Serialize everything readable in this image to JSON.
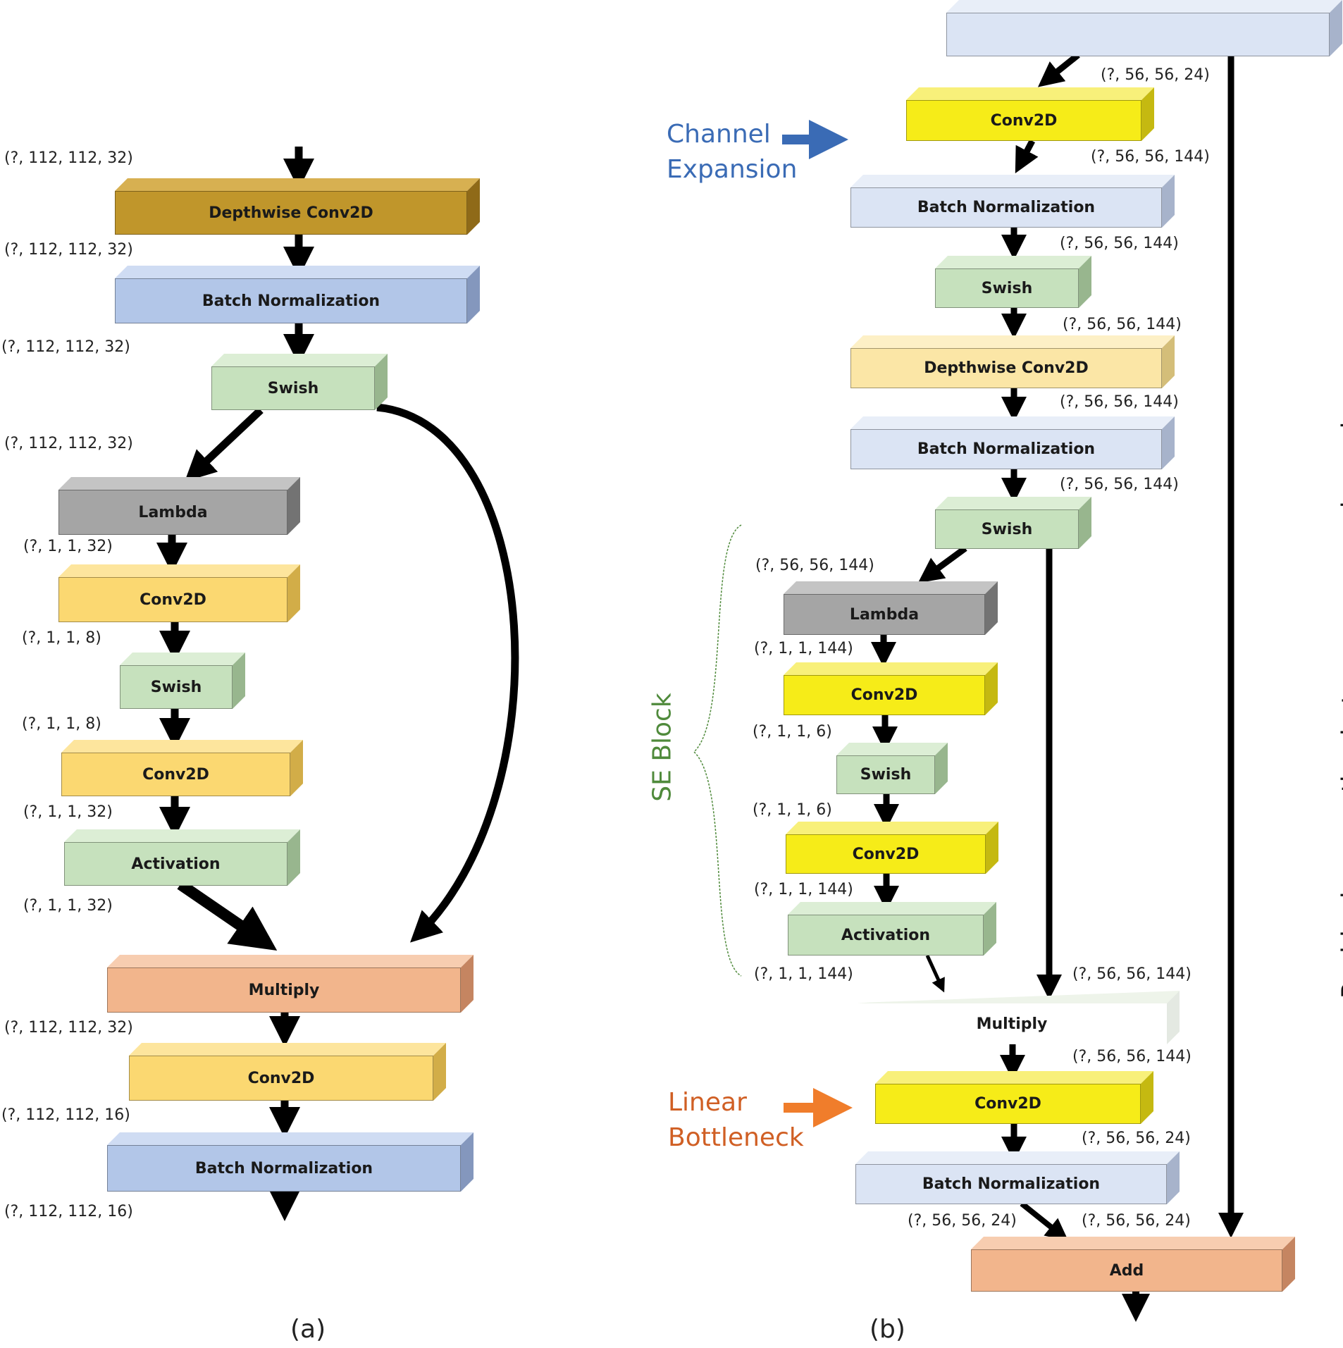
{
  "panel_a": {
    "blocks": [
      {
        "label": "Depthwise Conv2D",
        "color": "brown"
      },
      {
        "label": "Batch Normalization",
        "color": "blue"
      },
      {
        "label": "Swish",
        "color": "green"
      },
      {
        "label": "Lambda",
        "color": "gray"
      },
      {
        "label": "Conv2D",
        "color": "gold"
      },
      {
        "label": "Swish",
        "color": "green"
      },
      {
        "label": "Conv2D",
        "color": "gold"
      },
      {
        "label": "Activation",
        "color": "green"
      },
      {
        "label": "Multiply",
        "color": "orange"
      },
      {
        "label": "Conv2D",
        "color": "gold"
      },
      {
        "label": "Batch Normalization",
        "color": "blue"
      }
    ],
    "shapes": [
      "(?, 112, 112, 32)",
      "(?, 112, 112, 32)",
      "(?, 112, 112, 32)",
      "(?, 112, 112, 32)",
      "(?, 1, 1, 32)",
      "(?, 1, 1, 8)",
      "(?, 1, 1, 8)",
      "(?, 1, 1, 32)",
      "(?, 1, 1, 32)",
      "(?, 112, 112, 32)",
      "(?, 112, 112, 16)",
      "(?, 112, 112, 16)"
    ],
    "caption": "(a)"
  },
  "panel_b": {
    "blocks": [
      {
        "label": "",
        "color": "lblue"
      },
      {
        "label": "Conv2D",
        "color": "yellow"
      },
      {
        "label": "Batch Normalization",
        "color": "lblue"
      },
      {
        "label": "Swish",
        "color": "green"
      },
      {
        "label": "Depthwise Conv2D",
        "color": "lgold"
      },
      {
        "label": "Batch Normalization",
        "color": "lblue"
      },
      {
        "label": "Swish",
        "color": "green"
      },
      {
        "label": "Lambda",
        "color": "gray"
      },
      {
        "label": "Conv2D",
        "color": "yellow"
      },
      {
        "label": "Swish",
        "color": "green"
      },
      {
        "label": "Conv2D",
        "color": "yellow"
      },
      {
        "label": "Activation",
        "color": "green"
      },
      {
        "label": "Multiply",
        "color": "white"
      },
      {
        "label": "Conv2D",
        "color": "yellow"
      },
      {
        "label": "Batch Normalization",
        "color": "lblue"
      },
      {
        "label": "Add",
        "color": "orange"
      }
    ],
    "shapes": [
      "(?, 56, 56, 24)",
      "(?, 56, 56, 144)",
      "(?, 56, 56, 144)",
      "(?, 56, 56, 144)",
      "(?, 56, 56, 144)",
      "(?, 56, 56, 144)",
      "(?, 56, 56, 144)",
      "(?, 1, 1, 144)",
      "(?, 1, 1, 6)",
      "(?, 1, 1, 6)",
      "(?, 1, 1, 144)",
      "(?, 1, 1, 144)",
      "(?, 56, 56, 144)",
      "(?, 56, 56, 144)",
      "(?, 56, 56, 24)",
      "(?, 56, 56, 24)",
      "(?, 56, 56, 24)"
    ],
    "channel_expansion": "Channel\nExpansion",
    "linear_bottleneck": "Linear\nBottleneck",
    "se_block": "SE Block",
    "residual": "Residual connection between narrow channels",
    "caption": "(b)"
  },
  "colors": {
    "channel_expansion": "#3a6bb5",
    "linear_bottleneck": "#d05f24",
    "se_block": "#4f8a3b",
    "arrow": "#000000"
  }
}
